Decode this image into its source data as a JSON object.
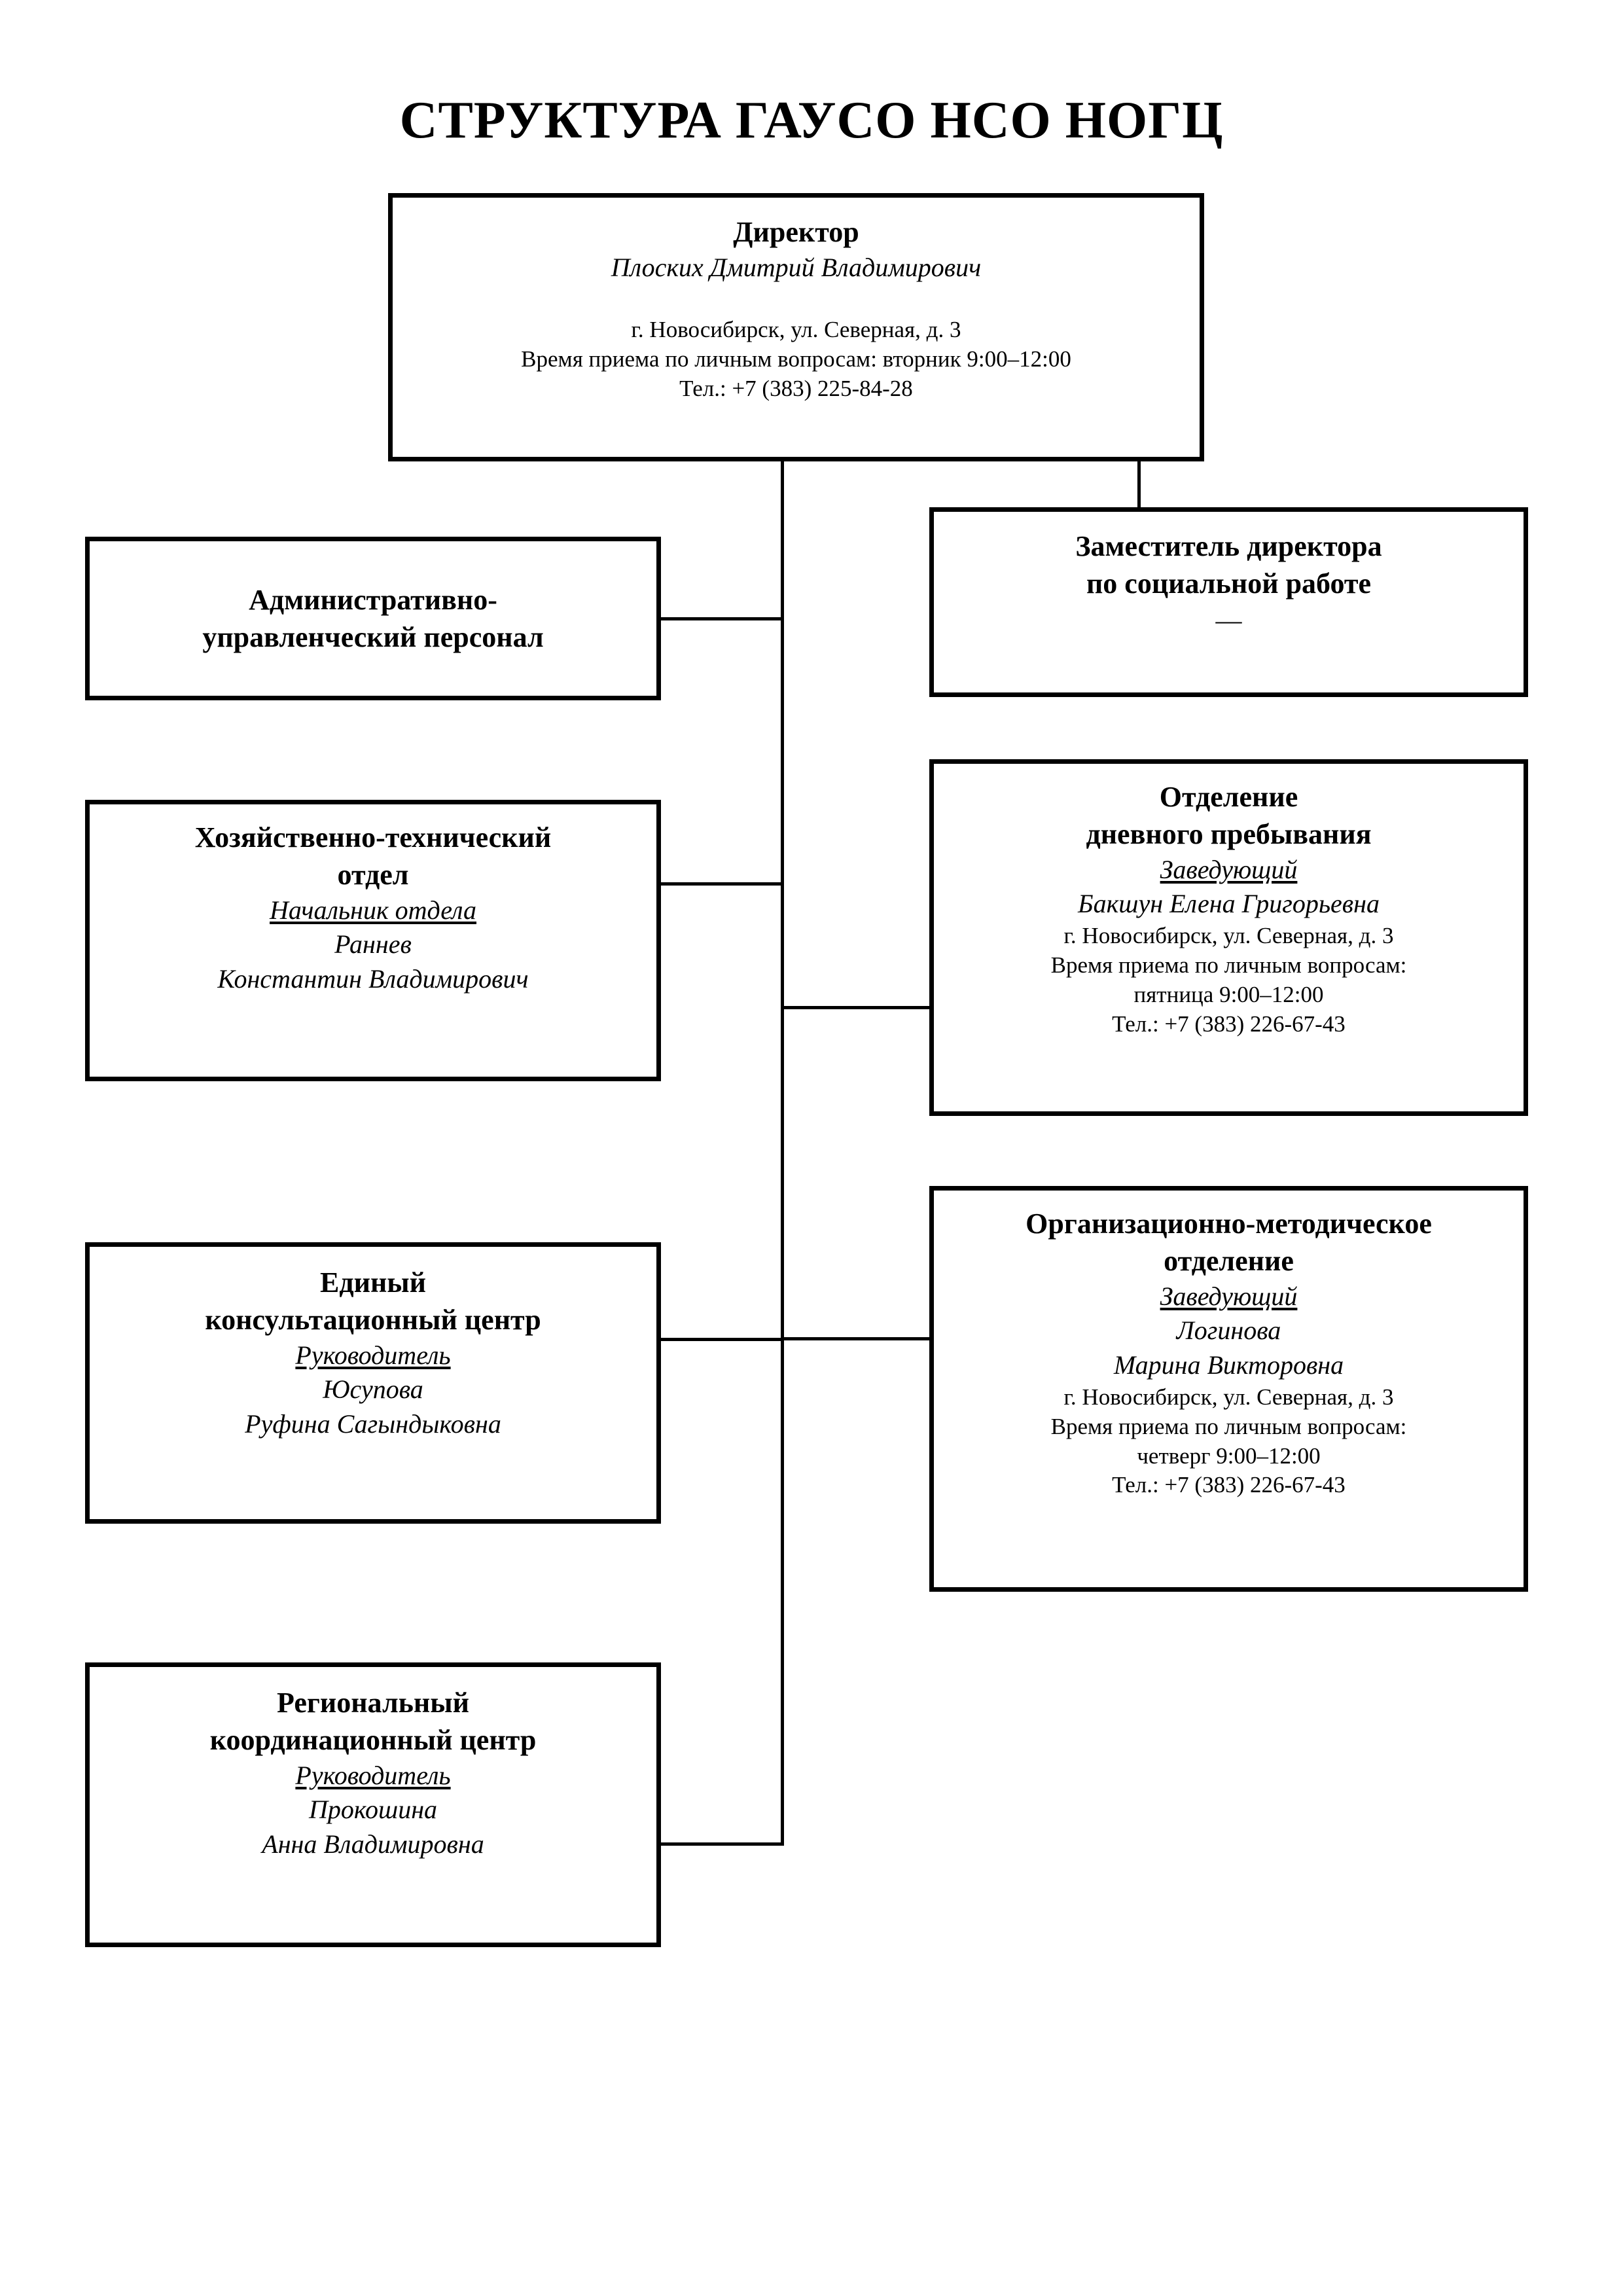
{
  "title": "СТРУКТУРА ГАУСО НСО НОГЦ",
  "colors": {
    "border": "#000000",
    "background": "#ffffff",
    "text": "#000000"
  },
  "nodes": {
    "director": {
      "title": "Директор",
      "person": "Плоских Дмитрий Владимирович",
      "address": "г. Новосибирск, ул. Северная, д. 3",
      "reception": "Время приема по личным вопросам: вторник 9:00–12:00",
      "phone": "Тел.: +7 (383) 225-84-28"
    },
    "deputy": {
      "title_line1": "Заместитель директора",
      "title_line2": "по социальной работе",
      "person": "—"
    },
    "admin": {
      "title_line1": "Административно-",
      "title_line2": "управленческий персонал"
    },
    "economic": {
      "title_line1": "Хозяйственно-технический",
      "title_line2": "отдел",
      "role": "Начальник отдела",
      "person_line1": "Раннев",
      "person_line2": "Константин Владимирович"
    },
    "dayvisit": {
      "title_line1": "Отделение",
      "title_line2": "дневного пребывания",
      "role": "Заведующий",
      "person": "Бакшун Елена Григорьевна",
      "address": "г. Новосибирск, ул. Северная, д. 3",
      "reception_label": "Время приема по личным вопросам:",
      "reception_time": "пятница 9:00–12:00",
      "phone": "Тел.: +7 (383) 226-67-43"
    },
    "consult": {
      "title_line1": "Единый",
      "title_line2": "консультационный центр",
      "role": "Руководитель",
      "person_line1": "Юсупова",
      "person_line2": "Руфина Сагындыковна"
    },
    "orgmethod": {
      "title_line1": "Организационно-методическое",
      "title_line2": "отделение",
      "role": "Заведующий",
      "person_line1": "Логинова",
      "person_line2": "Марина Викторовна",
      "address": "г. Новосибирск, ул. Северная, д. 3",
      "reception_label": "Время приема по личным вопросам:",
      "reception_time": "четверг 9:00–12:00",
      "phone": "Тел.: +7 (383) 226-67-43"
    },
    "regional": {
      "title_line1": "Региональный",
      "title_line2": "координационный центр",
      "role": "Руководитель",
      "person_line1": "Прокошина",
      "person_line2": "Анна Владимировна"
    }
  }
}
